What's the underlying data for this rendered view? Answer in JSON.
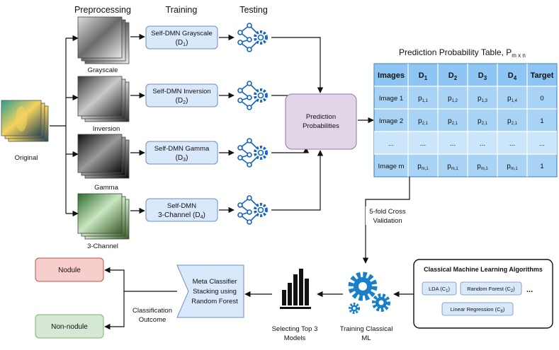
{
  "stage_headers": {
    "preprocessing": "Preprocessing",
    "training": "Training",
    "testing": "Testing"
  },
  "images": {
    "original": "Original",
    "grayscale": "Grayscale",
    "inversion": "Inversion",
    "gamma": "Gamma",
    "three_channel": "3-Channel"
  },
  "models": [
    {
      "line1": "Self-DMN Grayscale",
      "line2": "(D",
      "sub": "1",
      "end": ")"
    },
    {
      "line1": "Self-DMN Inversion",
      "line2": "(D",
      "sub": "2",
      "end": ")"
    },
    {
      "line1": "Self-DMN Gamma",
      "line2": "(D",
      "sub": "3",
      "end": ")"
    },
    {
      "line1": "Self-DMN",
      "line2": "3-Channel (D",
      "sub": "4",
      "end": ")"
    }
  ],
  "prediction_box": {
    "line1": "Prediction",
    "line2": "Probabilities"
  },
  "table": {
    "title": "Prediction Probability Table, P",
    "title_sub": "m x n",
    "headers": [
      "Images",
      "D",
      "D",
      "D",
      "D",
      "Target"
    ],
    "header_subs": [
      "",
      "1",
      "2",
      "3",
      "4",
      ""
    ],
    "rows": [
      {
        "label": "Image 1",
        "cells": [
          [
            "p",
            "1,1"
          ],
          [
            "p",
            "1,2"
          ],
          [
            "p",
            "1,3"
          ],
          [
            "p",
            "1,4"
          ]
        ],
        "target": "0"
      },
      {
        "label": "Image 2",
        "cells": [
          [
            "p",
            "2,1"
          ],
          [
            "p",
            "2,1"
          ],
          [
            "p",
            "2,1"
          ],
          [
            "p",
            "2,1"
          ]
        ],
        "target": "1"
      },
      {
        "label": "...",
        "cells": [
          [
            "...",
            ""
          ],
          [
            "...",
            ""
          ],
          [
            "...",
            ""
          ],
          [
            "...",
            ""
          ]
        ],
        "target": "..."
      },
      {
        "label": "Image m",
        "cells": [
          [
            "p",
            "m,1"
          ],
          [
            "p",
            "m,1"
          ],
          [
            "p",
            "m,1"
          ],
          [
            "p",
            "m,1"
          ]
        ],
        "target": "1"
      }
    ]
  },
  "cv_label": {
    "line1": "5-fold Cross",
    "line2": "Validation"
  },
  "classical": {
    "title": "Classical Machine Learning Algorithms",
    "algos": [
      {
        "label": "LDA (C",
        "sub": "1",
        "end": ")"
      },
      {
        "label": "Random Forest (C",
        "sub": "2",
        "end": ")"
      },
      {
        "label": "Linear Regression (C",
        "sub": "8",
        "end": ")"
      }
    ],
    "ellipsis": "..."
  },
  "training_ml": {
    "line1": "Training Classical",
    "line2": "ML"
  },
  "selecting": {
    "line1": "Selecting Top 3",
    "line2": "Models"
  },
  "meta": {
    "line1": "Meta Classifier",
    "line2": "Stacking using",
    "line3": "Random Forest"
  },
  "outcome": {
    "line1": "Classification",
    "line2": "Outcome"
  },
  "outputs": {
    "nodule": "Nodule",
    "non_nodule": "Non-nodule"
  },
  "colors": {
    "model_fill": "#dae8fc",
    "model_stroke": "#6c8ebf",
    "pred_fill": "#e1d5e7",
    "pred_stroke": "#9673a6",
    "table_fill": "#a9d3f5",
    "table_stroke": "#4a90d9",
    "table_header": "#8ec5f2",
    "nodule_fill": "#f8cecc",
    "nodule_stroke": "#b85450",
    "non_nodule_fill": "#d5e8d4",
    "non_nodule_stroke": "#82b366",
    "gear": "#1a7fc9",
    "icon": "#1565c0"
  }
}
